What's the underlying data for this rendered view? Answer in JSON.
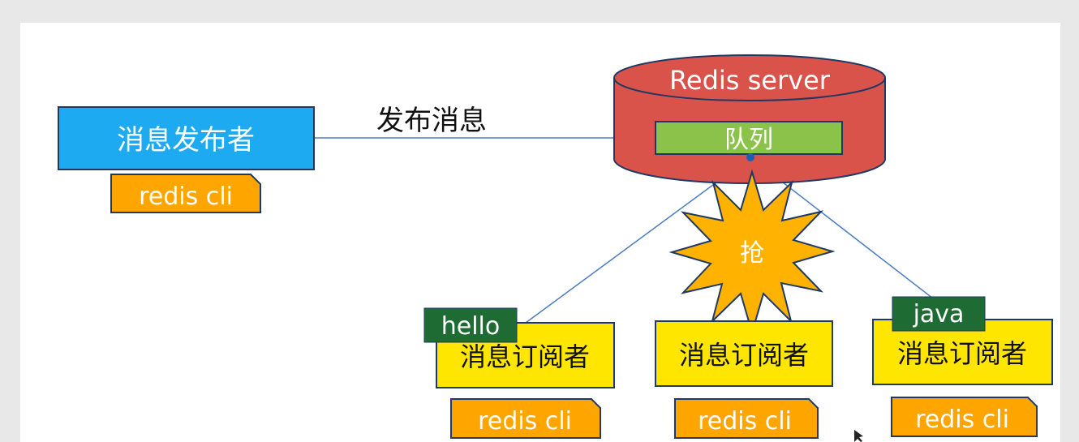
{
  "publisher": {
    "label": "消息发布者",
    "client": "redis cli"
  },
  "publish_label": "发布消息",
  "server": {
    "label": "Redis server",
    "queue_label": "队列"
  },
  "compete_label": "抢",
  "subscribers": [
    {
      "label": "消息订阅者",
      "client": "redis cli",
      "message": "hello"
    },
    {
      "label": "消息订阅者",
      "client": "redis cli",
      "message": ""
    },
    {
      "label": "消息订阅者",
      "client": "redis cli",
      "message": "java"
    }
  ],
  "colors": {
    "publisher": "#1eaaf1",
    "client": "#ffa500",
    "server": "#d9534a",
    "queue": "#8bc34a",
    "starburst": "#ffb300",
    "subscriber": "#ffe600",
    "message_tag": "#1e6b34",
    "border": "#1f3864",
    "line": "#4a7cc1"
  }
}
